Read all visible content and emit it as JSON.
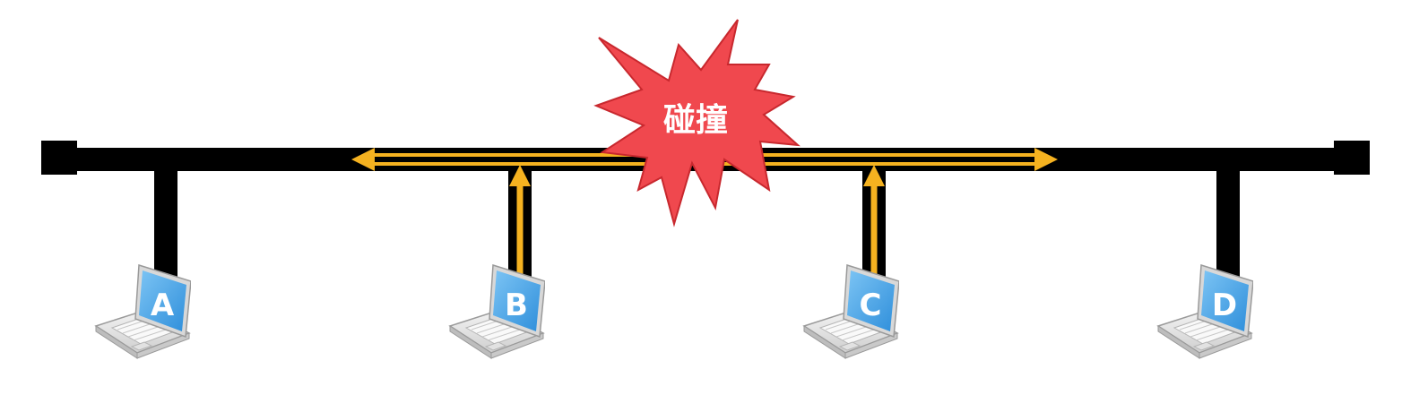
{
  "colors": {
    "bus": "#000000",
    "signal": "#F5B220",
    "collision_fill": "#F0484E",
    "collision_stroke": "#C8282E",
    "screen": "#4FA8E8",
    "laptop_body": "#E6E6E6"
  },
  "collision": {
    "label": "碰撞"
  },
  "nodes": [
    {
      "label": "A"
    },
    {
      "label": "B"
    },
    {
      "label": "C"
    },
    {
      "label": "D"
    }
  ]
}
